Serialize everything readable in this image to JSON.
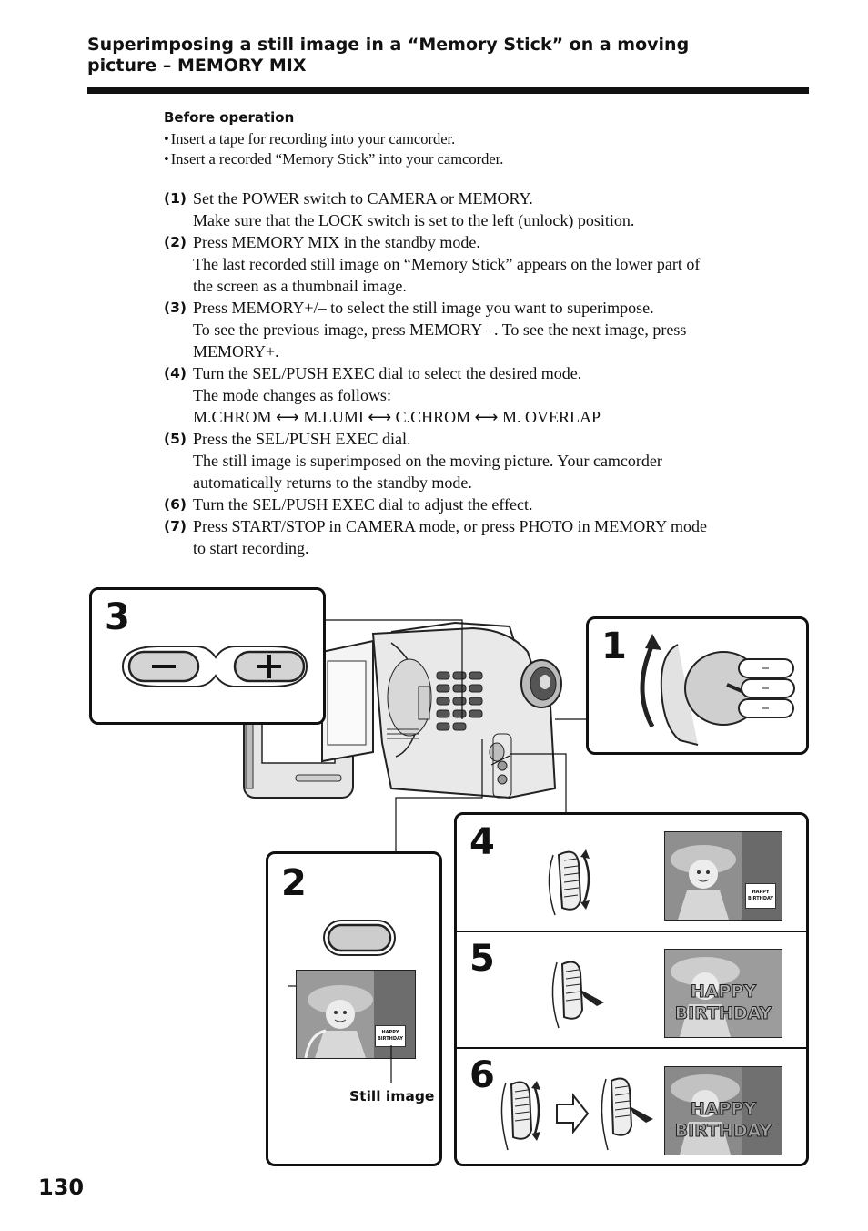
{
  "title": {
    "line1": "Superimposing a still image in a “Memory Stick” on a moving",
    "line2": "picture – MEMORY MIX"
  },
  "before_operation": {
    "heading": "Before operation",
    "bullets": [
      "Insert a tape for recording into your camcorder.",
      "Insert a recorded “Memory Stick” into your camcorder."
    ]
  },
  "steps": [
    {
      "num": "(1)",
      "lines": [
        "Set the POWER switch to CAMERA or MEMORY.",
        "Make sure that the LOCK switch is set to the left (unlock) position."
      ]
    },
    {
      "num": "(2)",
      "lines": [
        "Press MEMORY MIX in the standby mode.",
        "The last recorded still image on “Memory Stick” appears on the lower part of",
        "the screen as a thumbnail image."
      ]
    },
    {
      "num": "(3)",
      "lines": [
        "Press MEMORY+/– to select the still image you want to superimpose.",
        "To see the previous image, press MEMORY –. To see the next image, press",
        "MEMORY+."
      ]
    },
    {
      "num": "(4)",
      "lines": [
        "Turn the SEL/PUSH EXEC dial to select the desired mode.",
        "The mode changes as follows:",
        "M.CHROM ⟷ M.LUMI ⟷ C.CHROM ⟷ M. OVERLAP"
      ]
    },
    {
      "num": "(5)",
      "lines": [
        "Press the SEL/PUSH EXEC dial.",
        "The still image is superimposed on the moving picture. Your camcorder",
        "automatically returns to the standby mode."
      ]
    },
    {
      "num": "(6)",
      "lines": [
        "Turn the SEL/PUSH EXEC dial to adjust the effect."
      ]
    },
    {
      "num": "(7)",
      "lines": [
        "Press START/STOP in CAMERA mode, or press PHOTO in MEMORY mode",
        "to start recording."
      ]
    }
  ],
  "figure": {
    "step_numbers": [
      "1",
      "2",
      "3",
      "4",
      "5",
      "6"
    ],
    "still_image_label": "Still image",
    "overlay_text_small_line1": "HAPPY",
    "overlay_text_small_line2": "BIRTHDAY",
    "overlay_text_large_line1": "HAPPY",
    "overlay_text_large_line2": "BIRTHDAY"
  },
  "page_number": "130"
}
